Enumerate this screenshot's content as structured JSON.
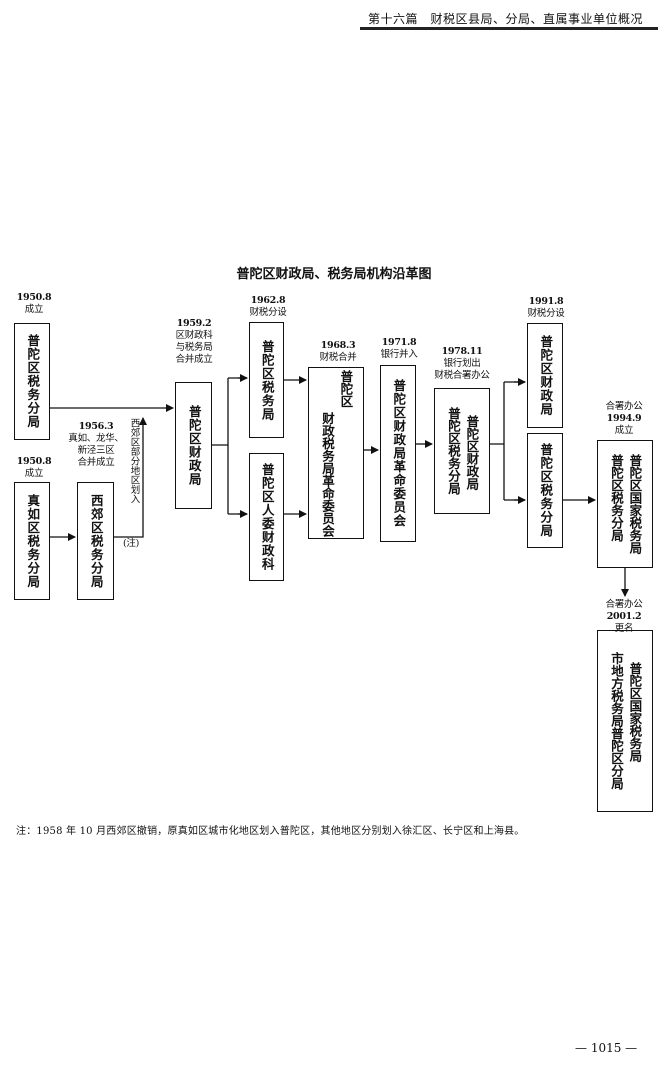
{
  "header": {
    "text": "第十六篇　财税区县局、分局、直属事业单位概况"
  },
  "diagram": {
    "title": "普陀区财政局、税务局机构沿革图",
    "boxes": {
      "putuo_tax_1950": "普陀区税务分局",
      "zhenru_tax_1950": "真如区税务分局",
      "xijiao_tax_1956": "西郊区税务分局",
      "putuo_finance_1959": "普陀区财政局",
      "putuo_tax_1962": "普陀区税务局",
      "putuo_people_finance": "普陀区人委财政科",
      "revcom_1968_col1": "普陀区",
      "revcom_1968_col2": "财政税务局革命委员会",
      "revcom_1971": "普陀区财政局革命委员会",
      "split_1978_col1": "普陀区税务分局",
      "split_1978_col2": "普陀区财政局",
      "finance_1991": "普陀区财政局",
      "tax_1991": "普陀区税务分局",
      "national_1994_col1": "普陀区税务分局",
      "national_1994_col2": "普陀区国家税务局",
      "final_2001_col1": "市地方税务局普陀区分局",
      "final_2001_col2": "普陀区国家税务局"
    },
    "labels": {
      "l1950a": {
        "date": "1950.8",
        "event": "成立"
      },
      "l1950b": {
        "date": "1950.8",
        "event": "成立"
      },
      "l1956": {
        "date": "1956.3",
        "event1": "真如、龙华、",
        "event2": "新泾三区",
        "event3": "合并成立"
      },
      "l1959": {
        "date": "1959.2",
        "event1": "区财政科",
        "event2": "与税务局",
        "event3": "合并成立"
      },
      "l1962": {
        "date": "1962.8",
        "event": "财税分设"
      },
      "l1968": {
        "date": "1968.3",
        "event": "财税合并"
      },
      "l1971": {
        "date": "1971.8",
        "event": "银行并入"
      },
      "l1978": {
        "date": "1978.11",
        "event1": "银行划出",
        "event2": "财税合署办公"
      },
      "l1991": {
        "date": "1991.8",
        "event": "财税分设"
      },
      "l1994": {
        "event0": "合署办公",
        "date": "1994.9",
        "event": "成立"
      },
      "l2001": {
        "event0": "合署办公",
        "date": "2001.2",
        "event": "更名"
      },
      "xijiao_transfer": {
        "text": "西郊区部分地区划入",
        "note": "(注)"
      }
    }
  },
  "footnote": "注：1958 年 10 月西郊区撤销，原真如区城市化地区划入普陀区，其他地区分别划入徐汇区、长宁区和上海县。",
  "page_number": "— 1015 —"
}
